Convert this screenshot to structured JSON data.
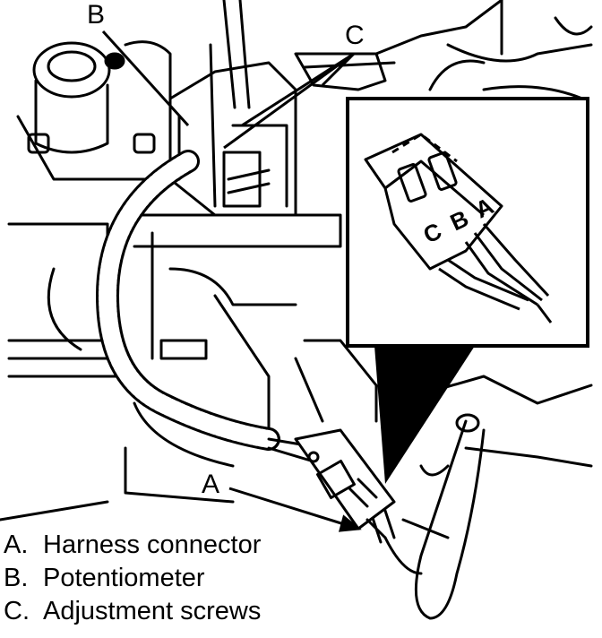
{
  "figure": {
    "callouts": {
      "a": "A",
      "b": "B",
      "c": "C"
    },
    "inset": {
      "pin_c": "C",
      "pin_b": "B",
      "pin_a": "A"
    },
    "legend": [
      {
        "key": "A.",
        "text": "Harness connector"
      },
      {
        "key": "B.",
        "text": "Potentiometer"
      },
      {
        "key": "C.",
        "text": "Adjustment screws"
      }
    ]
  }
}
